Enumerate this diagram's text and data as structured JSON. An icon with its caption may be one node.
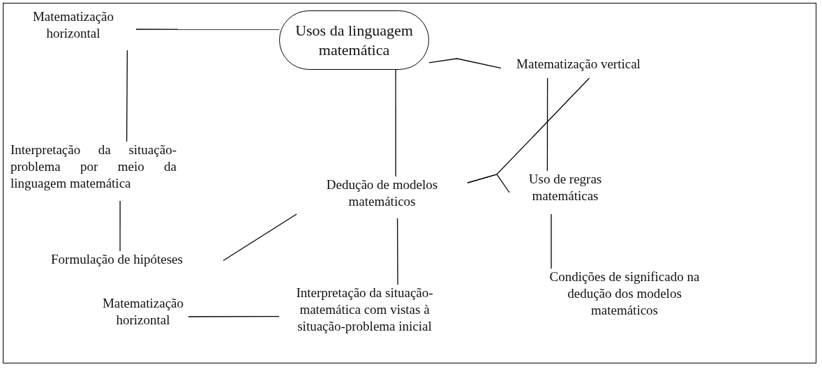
{
  "diagram": {
    "nodes": [
      {
        "text": [
          "Usos da linguagem matemática"
        ]
      },
      {
        "text": [
          "Matematização horizontal"
        ]
      },
      {
        "text": [
          "Matematização vertical"
        ]
      },
      {
        "text": [
          "Interpretação da situação-problema por meio da linguagem matemática"
        ]
      },
      {
        "text": [
          "Dedução de modelos matemáticos"
        ]
      },
      {
        "text": [
          "Uso de regras matemáticas"
        ]
      },
      {
        "text": [
          "Formulação de hipóteses"
        ]
      },
      {
        "text": [
          "Interpretação da situação-matemática com vistas à situação-problema inicial"
        ]
      },
      {
        "text": [
          "Condições de significado na dedução dos modelos matemáticos"
        ]
      },
      {
        "text": [
          "Matematização horizontal"
        ]
      }
    ],
    "edges": [
      {
        "from": 1,
        "to": 0,
        "arrow": "none"
      },
      {
        "from": 0,
        "to": 2,
        "arrow": "none"
      },
      {
        "from": 1,
        "to": 3,
        "arrow": "none"
      },
      {
        "from": 0,
        "to": 4,
        "arrow": "none"
      },
      {
        "from": 2,
        "to": 4,
        "arrow": "none"
      },
      {
        "from": 4,
        "to": 5,
        "arrow": "none"
      },
      {
        "from": 2,
        "to": 5,
        "arrow": "none"
      },
      {
        "from": 3,
        "to": 6,
        "arrow": "none"
      },
      {
        "from": 6,
        "to": 4,
        "arrow": "none"
      },
      {
        "from": 4,
        "to": 7,
        "arrow": "none"
      },
      {
        "from": 5,
        "to": 8,
        "arrow": "none"
      },
      {
        "from": 9,
        "to": 7,
        "arrow": "none"
      }
    ]
  }
}
